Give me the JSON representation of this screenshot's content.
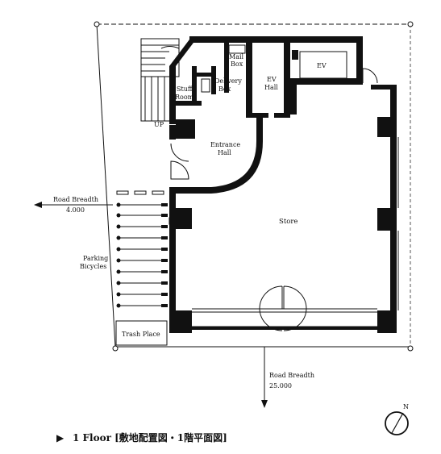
{
  "plan": {
    "labels": {
      "stuff_room": [
        "Stuff",
        "Room"
      ],
      "mail_box": [
        "Mail",
        "Box"
      ],
      "delivery_box": [
        "Delivery",
        "Box"
      ],
      "ev_hall": [
        "EV",
        "Hall"
      ],
      "ev": "EV",
      "up": "UP",
      "entrance_hall": [
        "Entrance",
        "Hall"
      ],
      "store": "Store",
      "parking_bicycles": [
        "Parking",
        "Bicycles"
      ],
      "trash_place": "Trash Place"
    },
    "roads": {
      "west": {
        "label": "Road Breadth",
        "value": "4.000"
      },
      "south": {
        "label": "Road Breadth",
        "value": "25.000"
      }
    },
    "north_label": "N",
    "caption": {
      "marker": "▶",
      "text": "1 Floor [敷地配置図・1階平面図]"
    }
  }
}
